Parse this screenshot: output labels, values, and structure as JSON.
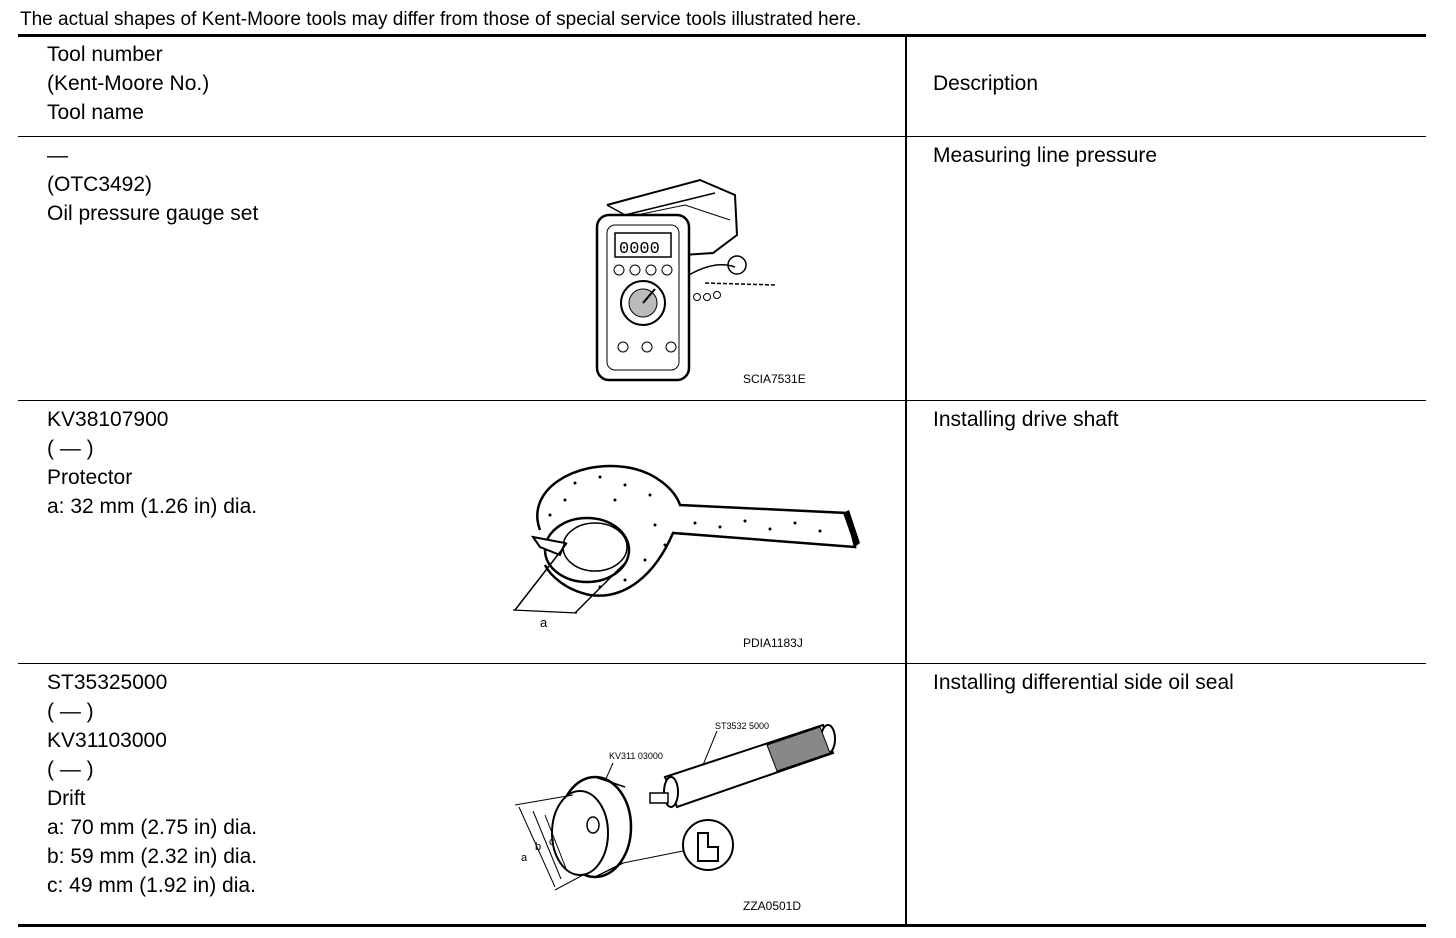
{
  "note": "The actual shapes of Kent-Moore tools may differ from those of special service tools illustrated here.",
  "header": {
    "col1_lines": [
      "Tool number",
      "(Kent-Moore No.)",
      "Tool name"
    ],
    "col2": "Description"
  },
  "rows": [
    {
      "lines": [
        "—",
        "(OTC3492)",
        "Oil pressure gauge set"
      ],
      "figure_code": "SCIA7531E",
      "description": "Measuring line pressure"
    },
    {
      "lines": [
        "KV38107900",
        "( — )",
        "Protector",
        "a: 32 mm (1.26 in) dia."
      ],
      "figure_code": "PDIA1183J",
      "figure_labels": [
        "a"
      ],
      "description": "Installing drive shaft"
    },
    {
      "lines": [
        "ST35325000",
        "( — )",
        "KV31103000",
        "( — )",
        "Drift",
        "a: 70 mm (2.75 in) dia.",
        "b: 59 mm (2.32 in) dia.",
        "c: 49 mm (1.92 in) dia."
      ],
      "figure_code": "ZZA0501D",
      "figure_labels": [
        "ST3532 5000",
        "KV311 03000",
        "a",
        "b",
        "c"
      ],
      "description": "Installing differential side oil seal"
    }
  ]
}
